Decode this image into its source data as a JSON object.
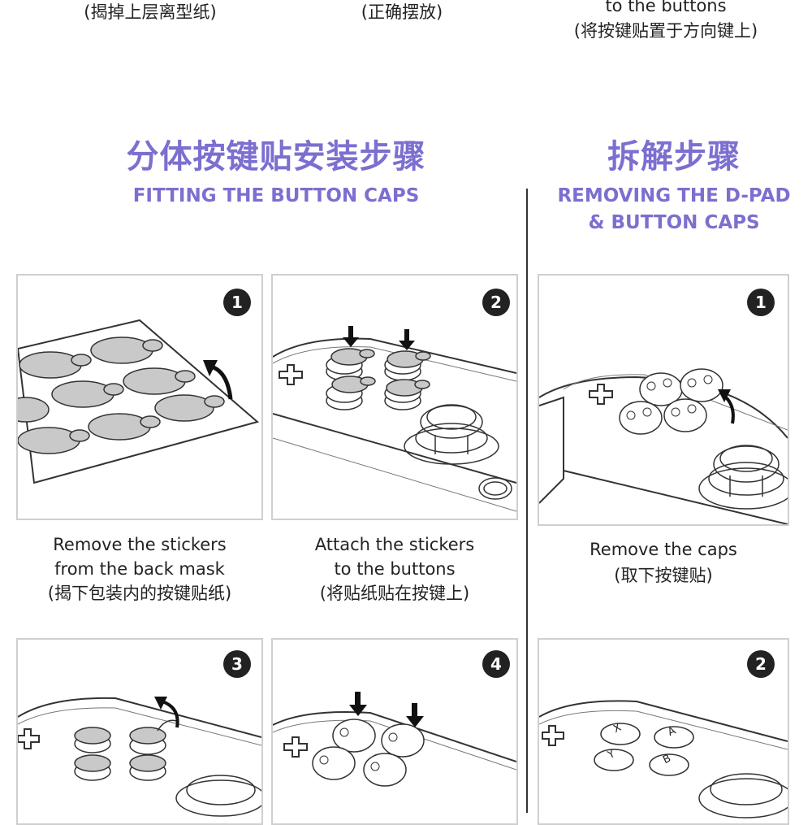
{
  "top_captions": {
    "left": [
      "(揭掉上层离型纸)"
    ],
    "middle": [
      "(正确摆放)"
    ],
    "right": [
      "to the buttons",
      "(将按键贴置于方向键上)"
    ]
  },
  "fitting": {
    "title_cn": "分体按键贴安装步骤",
    "title_en": "FITTING THE BUTTON CAPS",
    "steps": [
      {
        "num": "1"
      },
      {
        "num": "2"
      },
      {
        "num": "3"
      },
      {
        "num": "4"
      }
    ],
    "captions": [
      [
        "Remove the stickers",
        "from the back mask",
        "(揭下包装内的按键贴纸)"
      ],
      [
        "Attach the stickers",
        "to the buttons",
        "(将贴纸贴在按键上)"
      ]
    ]
  },
  "removing": {
    "title_cn": "拆解步骤",
    "title_en_line1": "REMOVING THE D-PAD",
    "title_en_line2": "& BUTTON CAPS",
    "steps": [
      {
        "num": "1"
      },
      {
        "num": "2"
      }
    ],
    "captions": [
      [
        "Remove the caps",
        "(取下按键贴)"
      ]
    ]
  },
  "button_letters": [
    "X",
    "A",
    "Y",
    "B"
  ],
  "colors": {
    "accent": "#7b6fd0",
    "sticker_fill": "#c9c9c9",
    "line": "#333333",
    "panel_border": "#cfcfcf"
  }
}
